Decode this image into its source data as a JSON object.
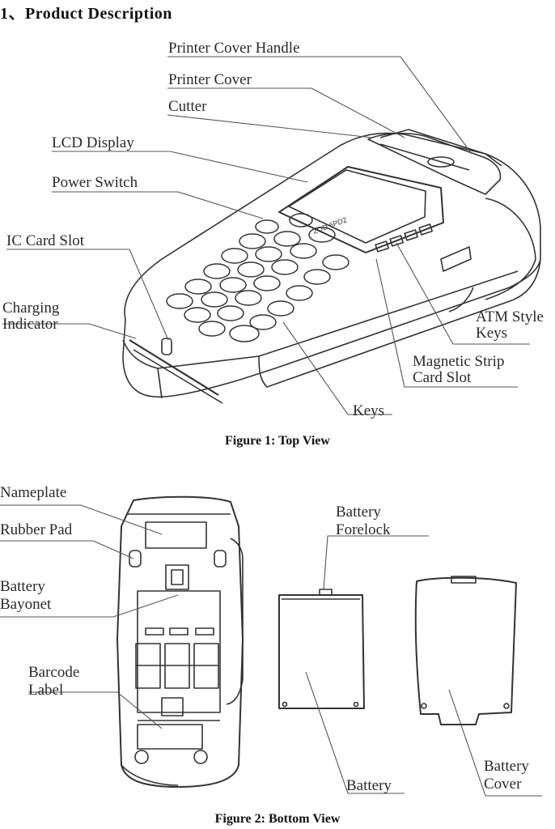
{
  "heading": "1、Product Description",
  "figure1": {
    "caption": "Figure 1: Top View",
    "labels": {
      "printer_cover_handle": "Printer Cover Handle",
      "printer_cover": "Printer Cover",
      "cutter": "Cutter",
      "lcd_display": "LCD Display",
      "power_switch": "Power Switch",
      "ic_card_slot": "IC Card Slot",
      "charging_line1": "Charging",
      "charging_line2": "Indicator",
      "atm_line1": "ATM Style",
      "atm_line2": "Keys",
      "mag_line1": "Magnetic Strip",
      "mag_line2": "Card Slot",
      "keys": "Keys"
    },
    "screen_text": "ZOD 6PD2"
  },
  "figure2": {
    "caption": "Figure 2: Bottom View",
    "labels": {
      "nameplate": "Nameplate",
      "rubber_pad": "Rubber Pad",
      "bayonet_line1": "Battery",
      "bayonet_line2": "Bayonet",
      "barcode_line1": "Barcode",
      "barcode_line2": "Label",
      "forelock_line1": "Battery",
      "forelock_line2": "Forelock",
      "battery": "Battery",
      "cover_line1": "Battery",
      "cover_line2": "Cover"
    }
  }
}
